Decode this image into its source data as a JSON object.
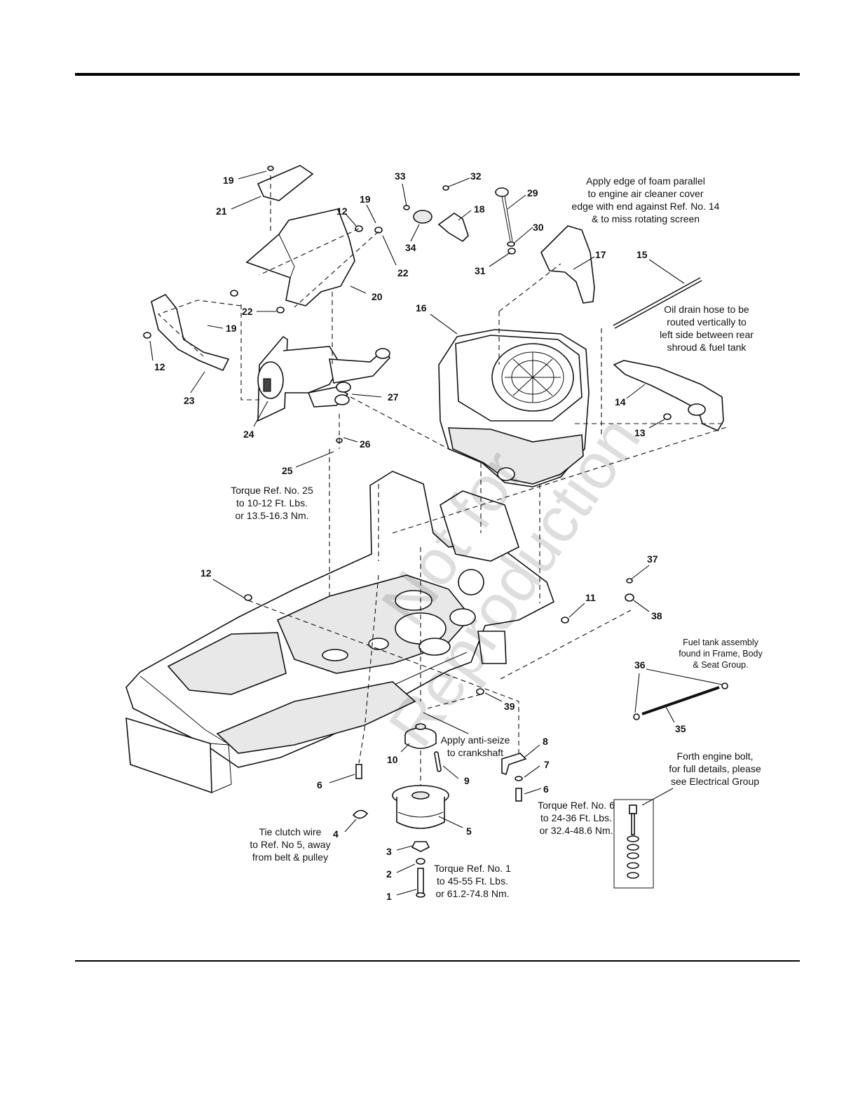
{
  "callouts": [
    {
      "label": "19"
    },
    {
      "label": "21"
    },
    {
      "label": "12"
    },
    {
      "label": "19"
    },
    {
      "label": "22"
    },
    {
      "label": "20"
    },
    {
      "label": "22"
    },
    {
      "label": "19"
    },
    {
      "label": "12"
    },
    {
      "label": "23"
    },
    {
      "label": "24"
    },
    {
      "label": "27"
    },
    {
      "label": "26"
    },
    {
      "label": "25"
    },
    {
      "label": "33"
    },
    {
      "label": "32"
    },
    {
      "label": "18"
    },
    {
      "label": "34"
    },
    {
      "label": "29"
    },
    {
      "label": "30"
    },
    {
      "label": "31"
    },
    {
      "label": "17"
    },
    {
      "label": "15"
    },
    {
      "label": "16"
    },
    {
      "label": "14"
    },
    {
      "label": "13"
    },
    {
      "label": "12"
    },
    {
      "label": "37"
    },
    {
      "label": "11"
    },
    {
      "label": "38"
    },
    {
      "label": "39"
    },
    {
      "label": "36"
    },
    {
      "label": "35"
    },
    {
      "label": "10"
    },
    {
      "label": "8"
    },
    {
      "label": "7"
    },
    {
      "label": "9"
    },
    {
      "label": "6"
    },
    {
      "label": "6"
    },
    {
      "label": "4"
    },
    {
      "label": "5"
    },
    {
      "label": "3"
    },
    {
      "label": "2"
    },
    {
      "label": "1"
    }
  ],
  "notes": {
    "foam": "Apply edge of foam parallel\nto engine air cleaner cover\nedge with end against Ref. No. 14\n& to miss rotating screen",
    "oil_drain": "Oil drain hose to be\nrouted vertically to\nleft side between rear\nshroud & fuel tank",
    "torque_25": "Torque Ref. No. 25\nto 10-12 Ft. Lbs.\nor 13.5-16.3 Nm.",
    "fuel_tank": "Fuel tank assembly\nfound in Frame, Body\n& Seat Group.",
    "anti_seize": "Apply anti-seize\nto crankshaft",
    "engine_bolt": "Forth engine bolt,\nfor full details, please\nsee Electrical Group",
    "torque_6": "Torque Ref. No. 6\nto 24-36 Ft. Lbs.\nor 32.4-48.6 Nm.",
    "clutch_wire": "Tie clutch wire\nto Ref. No 5, away\nfrom belt & pulley",
    "torque_1": "Torque Ref. No. 1\nto 45-55 Ft. Lbs.\nor 61.2-74.8 Nm."
  },
  "watermark": "Not for\nReproduction",
  "colors": {
    "ink": "#111111",
    "watermark": "#d8d8d8"
  }
}
